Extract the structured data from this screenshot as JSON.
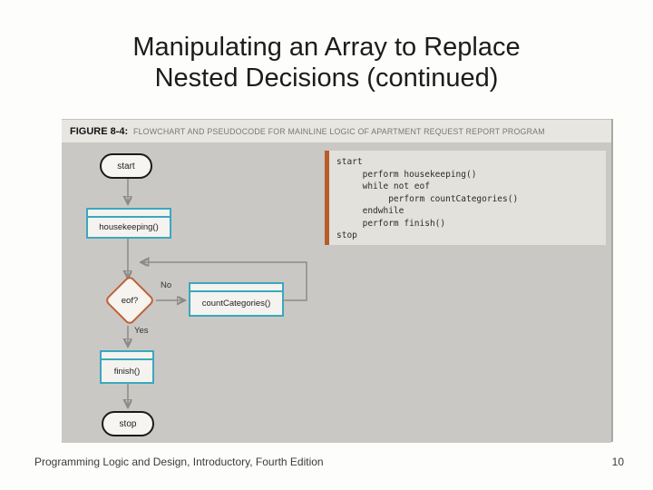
{
  "slide": {
    "title": "Manipulating an Array to Replace\nNested Decisions (continued)",
    "footer": "Programming Logic and Design, Introductory, Fourth Edition",
    "page_number": "10"
  },
  "figure": {
    "label": "FIGURE 8-4:",
    "caption": "FLOWCHART AND PSEUDOCODE FOR MAINLINE LOGIC OF APARTMENT REQUEST REPORT PROGRAM"
  },
  "flowchart": {
    "start": "start",
    "housekeeping": "housekeeping()",
    "decision": "eof?",
    "no_label": "No",
    "yes_label": "Yes",
    "count_categories": "countCategories()",
    "finish": "finish()",
    "stop": "stop"
  },
  "pseudocode": "start\n     perform housekeeping()\n     while not eof\n          perform countCategories()\n     endwhile\n     perform finish()\nstop",
  "colors": {
    "teal": "#3aa8bd",
    "diamond_orange": "#be6238",
    "accent_bar": "#b85c2b",
    "figure_body": "#cac8c4",
    "panel_bg": "#e2e1dc",
    "caption_bg": "#e8e6e1",
    "line_gray": "#8a8a86"
  }
}
